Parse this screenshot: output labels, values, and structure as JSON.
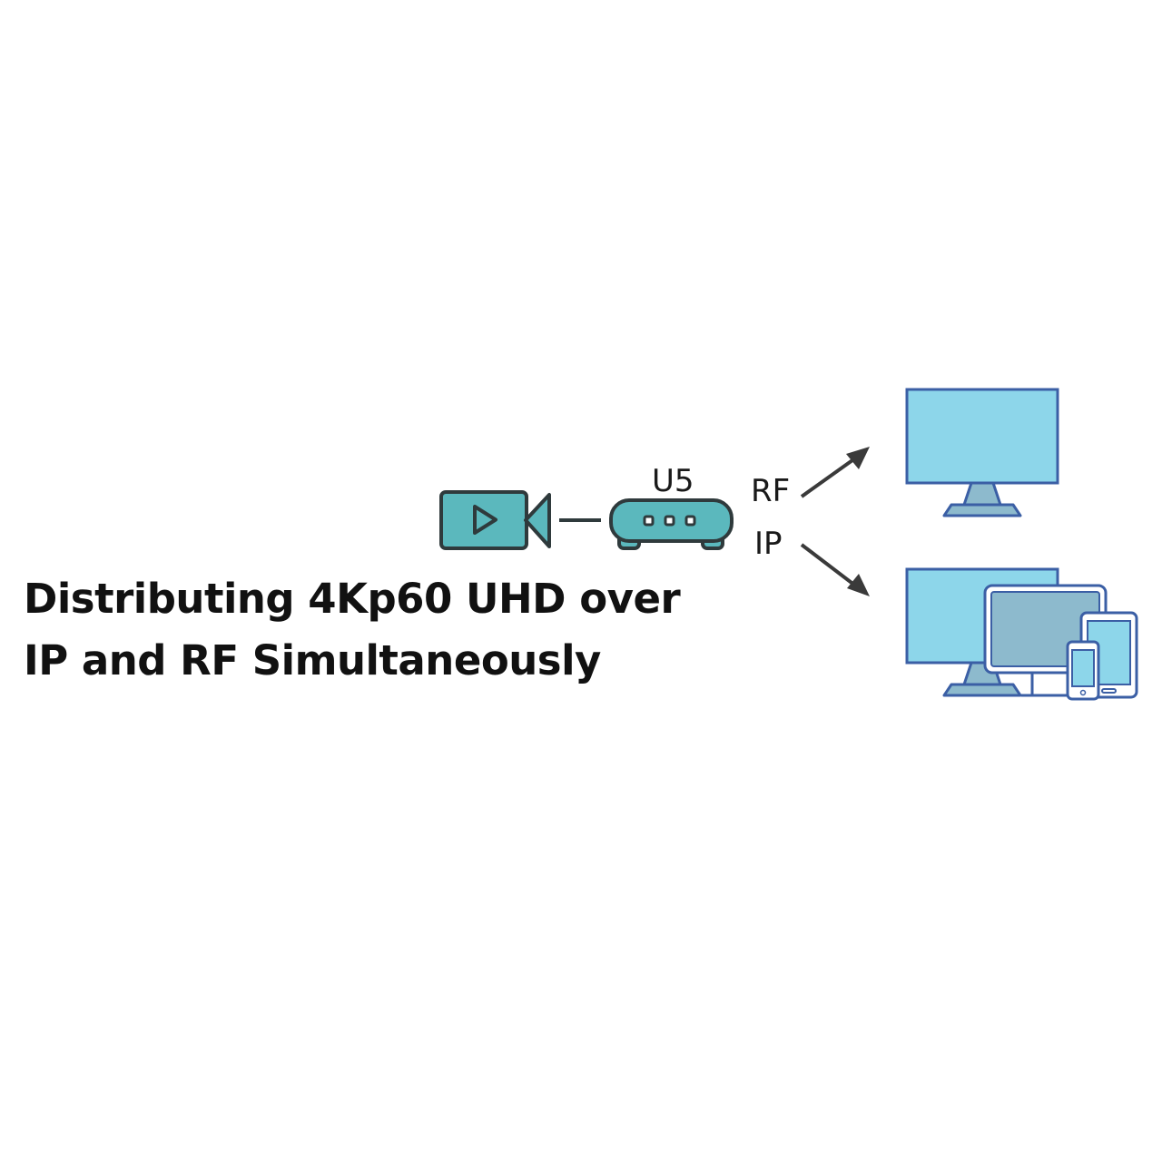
{
  "diagram": {
    "headline_line1": "Distributing 4Kp60 UHD over",
    "headline_line2": "IP and RF Simultaneously",
    "device_label": "U5",
    "rf_label": "RF",
    "ip_label": "IP"
  },
  "icons": {
    "source": "video-camera-icon",
    "encoder": "encoder-box-icon",
    "display_top": "monitor-icon",
    "displays_bottom": "multi-device-icon"
  },
  "colors": {
    "teal": "#5bb8bd",
    "screen_blue": "#8dd6ea",
    "screen_grey": "#8dbacd",
    "outline_dark": "#2f3a3c",
    "outline_blue": "#3b5fa5",
    "arrow": "#3a3a3a"
  }
}
